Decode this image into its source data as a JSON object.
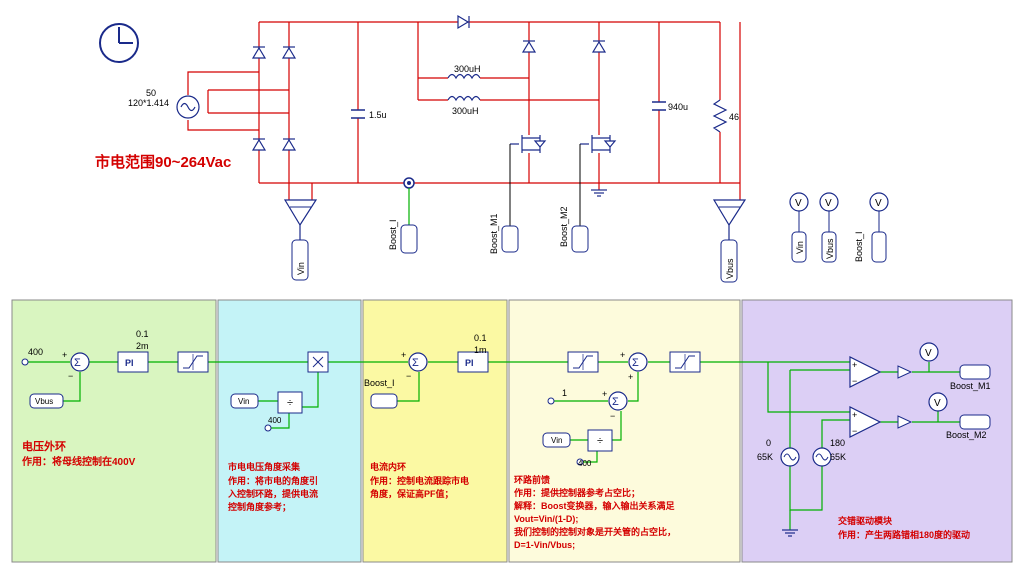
{
  "top": {
    "source_freq": "50",
    "source_amp": "120*1.414",
    "range_text": "市电范围90~264Vac",
    "cap_in": "1.5u",
    "ind1": "300uH",
    "ind2": "300uH",
    "cap_out": "940u",
    "load": "46",
    "probe_vin": "Vin",
    "probe_vbus": "Vbus",
    "label_boost_i": "Boost_I",
    "label_boost_m1": "Boost_M1",
    "label_boost_m2": "Boost_M2",
    "meter_vin": "Vin",
    "meter_vbus": "Vbus",
    "meter_boost_i": "Boost_I",
    "meter_symbol": "V"
  },
  "sections": {
    "voltage_loop": {
      "const": "400",
      "pi_kp": "0.1",
      "pi_t": "2m",
      "pi_label": "PI",
      "vbus": "Vbus",
      "title": "电压外环",
      "desc": "作用：将母线控制在400V",
      "color": "#d9f5c0"
    },
    "angle": {
      "vin": "Vin",
      "const": "400",
      "title": "市电电压角度采集",
      "desc": "作用：将市电的角度引入控制环路，提供电流控制角度参考；",
      "color": "#c4f3f7"
    },
    "current_loop": {
      "boost_i": "Boost_I",
      "pi_kp": "0.1",
      "pi_t": "1m",
      "pi_label": "PI",
      "title": "电流内环",
      "desc": "作用：控制电流跟踪市电角度，保证高PF值；",
      "color": "#fbf9a3"
    },
    "feedforward": {
      "one": "1",
      "vin": "Vin",
      "const": "400",
      "title": "环路前馈",
      "line1": "作用：提供控制器参考占空比；",
      "line2": "解释：Boost变换器，输入输出关系满足",
      "line3": "Vout=Vin/(1-D);",
      "line4": "我们控制的控制对象是开关管的占空比，",
      "line5": "D=1-Vin/Vbus;",
      "color": "#fdfbdc"
    },
    "driver": {
      "tri1_phase": "0",
      "tri1_freq": "65K",
      "tri2_phase": "180",
      "tri2_freq": "65K",
      "out1": "Boost_M1",
      "out2": "Boost_M2",
      "meter_symbol": "V",
      "title": "交错驱动模块",
      "desc": "作用：产生两路错相180度的驱动",
      "color": "#dccff5"
    }
  }
}
